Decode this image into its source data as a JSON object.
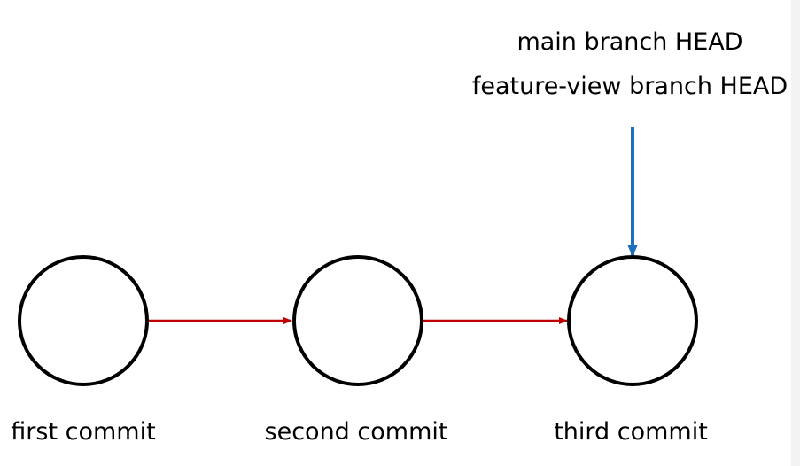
{
  "commits": [
    {
      "label": "first commit"
    },
    {
      "label": "second commit"
    },
    {
      "label": "third commit"
    }
  ],
  "head_labels": [
    "main branch HEAD",
    "feature-view branch HEAD"
  ],
  "colors": {
    "link_arrow": "#c00000",
    "head_arrow": "#1f6fbf",
    "node_stroke": "#000000",
    "background": "#ffffff"
  }
}
